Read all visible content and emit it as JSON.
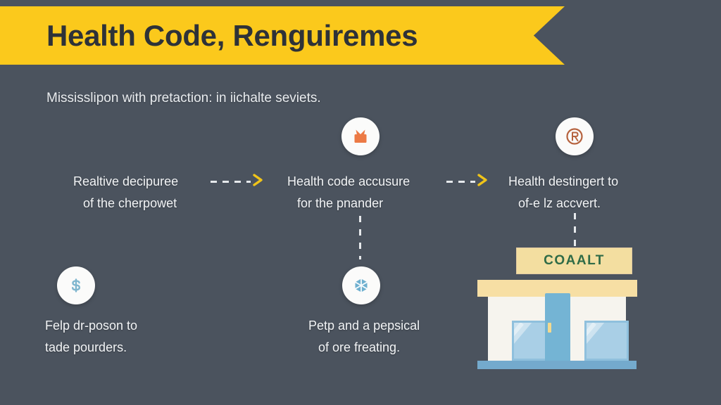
{
  "banner": {
    "title": "Health Code, Renguiremes",
    "background_color": "#fbc91c",
    "text_color": "#2e3238"
  },
  "subtitle": "Mississlipon with pretaction: in iichalte seviets.",
  "background_color": "#4b535e",
  "items": [
    {
      "id": "item-1",
      "line1": "Realtive decipuree",
      "line2": "of the cherpowet",
      "icon": null
    },
    {
      "id": "item-2",
      "line1": "Health code accusure",
      "line2": "for the pnander",
      "icon": "gift-box-icon",
      "icon_color": "#ec7a45"
    },
    {
      "id": "item-3",
      "line1": "Health destingert to",
      "line2": "of-e lz accvert.",
      "icon": "certificate-seal-icon",
      "icon_color": "#b6633f"
    },
    {
      "id": "item-4",
      "line1": "Felp dr-poson to",
      "line2": "tade pourders.",
      "icon": "dollar-sign-icon",
      "icon_color": "#7fb6ce"
    },
    {
      "id": "item-5",
      "line1": "Petp and a pepsical",
      "line2": "of ore freating.",
      "icon": "hexagon-box-icon",
      "icon_color": "#6fb0cf"
    }
  ],
  "connectors": {
    "arrow_color": "#f0c419",
    "dash_color": "#e6e9ec"
  },
  "storefront": {
    "sign_text": "COAALT",
    "sign_background": "#f3dea0",
    "sign_text_color": "#2f6b47",
    "awning_color": "#f7dfa4",
    "wall_color": "#f6f4ee",
    "window_color": "#a9cfe6",
    "door_color": "#74b4d4",
    "base_color": "#74aacd"
  }
}
